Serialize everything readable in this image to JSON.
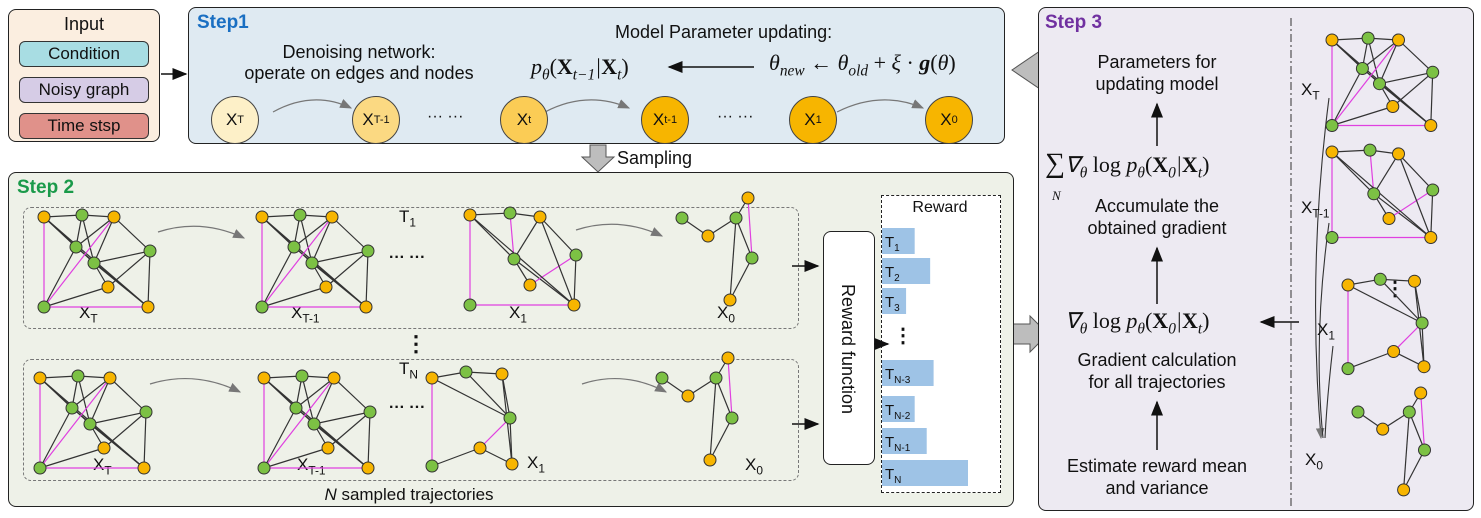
{
  "input": {
    "title": "Input",
    "items": [
      "Condition",
      "Noisy graph",
      "Time stsp"
    ],
    "colors": [
      "#a8dde3",
      "#d6cce6",
      "#e0918a"
    ]
  },
  "step1": {
    "label": "Step1",
    "label_color": "#1a6fc2",
    "bg": "#dfeaf2",
    "denoise_line1": "Denoising network:",
    "denoise_line2": "operate on edges and nodes",
    "update_title": "Model Parameter updating:",
    "nodes": [
      {
        "base": "X",
        "sub": "T"
      },
      {
        "base": "X",
        "sub": "T-1"
      },
      {
        "base": "X",
        "sub": "t"
      },
      {
        "base": "X",
        "sub": "t-1"
      },
      {
        "base": "X",
        "sub": "1"
      },
      {
        "base": "X",
        "sub": "0"
      }
    ],
    "dots": "··· ···"
  },
  "sampling": "Sampling",
  "step2": {
    "label": "Step 2",
    "label_color": "#1a9a4a",
    "bg": "#eef1e8",
    "traj1_label": "T",
    "traj1_sub": "1",
    "trajN_label": "T",
    "trajN_sub": "N",
    "graph_labels_top": [
      {
        "base": "X",
        "sub": "T"
      },
      {
        "base": "X",
        "sub": "T-1"
      },
      {
        "base": "X",
        "sub": "1"
      },
      {
        "base": "X",
        "sub": "0"
      }
    ],
    "graph_labels_bottom": [
      {
        "base": "X",
        "sub": "T"
      },
      {
        "base": "X",
        "sub": "T-1"
      },
      {
        "base": "X",
        "sub": "1"
      },
      {
        "base": "X",
        "sub": "0"
      }
    ],
    "dots": "··· ···",
    "vdots": "⋮",
    "footer_n": "N",
    "footer_rest": " sampled trajectories",
    "reward_function": "Reward function",
    "reward_title": "Reward",
    "reward_bars": [
      {
        "base": "T",
        "sub": "1",
        "value": 0.38
      },
      {
        "base": "T",
        "sub": "2",
        "value": 0.56
      },
      {
        "base": "T",
        "sub": "3",
        "value": 0.28
      },
      {
        "base": "T",
        "sub": "N-3",
        "value": 0.6
      },
      {
        "base": "T",
        "sub": "N-2",
        "value": 0.38
      },
      {
        "base": "T",
        "sub": "N-1",
        "value": 0.52
      },
      {
        "base": "T",
        "sub": "N",
        "value": 1.0
      }
    ],
    "reward_vdots": "⋮"
  },
  "step3": {
    "label": "Step 3",
    "label_color": "#7030a0",
    "bg": "#edeaf2",
    "params_line1": "Parameters for",
    "params_line2": "updating model",
    "accum_line1": "Accumulate the",
    "accum_line2": "obtained gradient",
    "grad_line1": "Gradient calculation",
    "grad_line2": "for all trajectories",
    "est_line1": "Estimate reward mean",
    "est_line2": "and variance",
    "graph_labels": [
      {
        "base": "X",
        "sub": "T"
      },
      {
        "base": "X",
        "sub": "T-1"
      },
      {
        "base": "X",
        "sub": "1"
      },
      {
        "base": "X",
        "sub": "0"
      }
    ],
    "vdots": "⋮"
  },
  "colors": {
    "node_yellow": "#f7b500",
    "node_green": "#7cc144",
    "edge_pink": "#e040e0",
    "edge_black": "#333333",
    "bar_blue": "#9ec3e6"
  }
}
